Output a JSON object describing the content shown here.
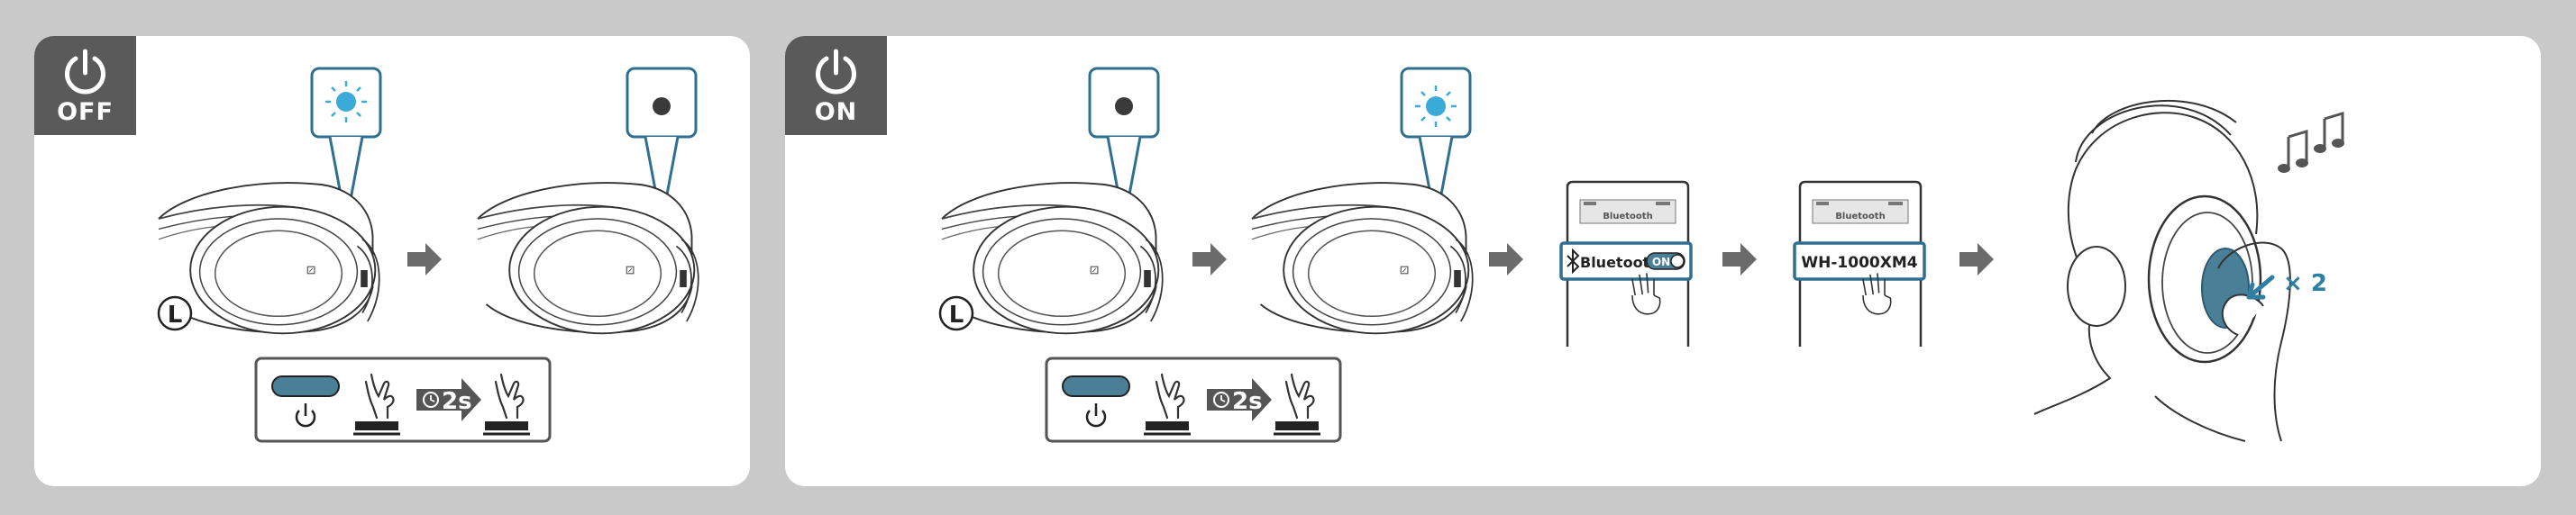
{
  "off_panel": {
    "badge_label": "OFF",
    "icons": [
      "power-icon",
      "led-blue-blink-icon",
      "led-off-icon",
      "arrow-right-icon",
      "hand-press-icon",
      "timer-icon"
    ],
    "side_marker": "L",
    "hold_time": "2s"
  },
  "on_panel": {
    "badge_label": "ON",
    "icons": [
      "power-icon",
      "led-off-icon",
      "led-blue-blink-icon",
      "arrow-right-icon",
      "hand-press-icon",
      "timer-icon",
      "bluetooth-icon",
      "music-note-icon"
    ],
    "side_marker": "L",
    "hold_time": "2s",
    "phone1": {
      "header": "Bluetooth",
      "setting_label": "Bluetooth",
      "toggle_label": "ON"
    },
    "phone2": {
      "header": "Bluetooth",
      "device_name": "WH-1000XM4"
    },
    "tap_count": "× 2"
  },
  "colors": {
    "accent_blue": "#2f7fa5",
    "led_blue": "#3aaad8",
    "button_blue": "#4a7f98",
    "badge_gray": "#5a5a5a",
    "frame_gray": "#c9c9c9"
  }
}
